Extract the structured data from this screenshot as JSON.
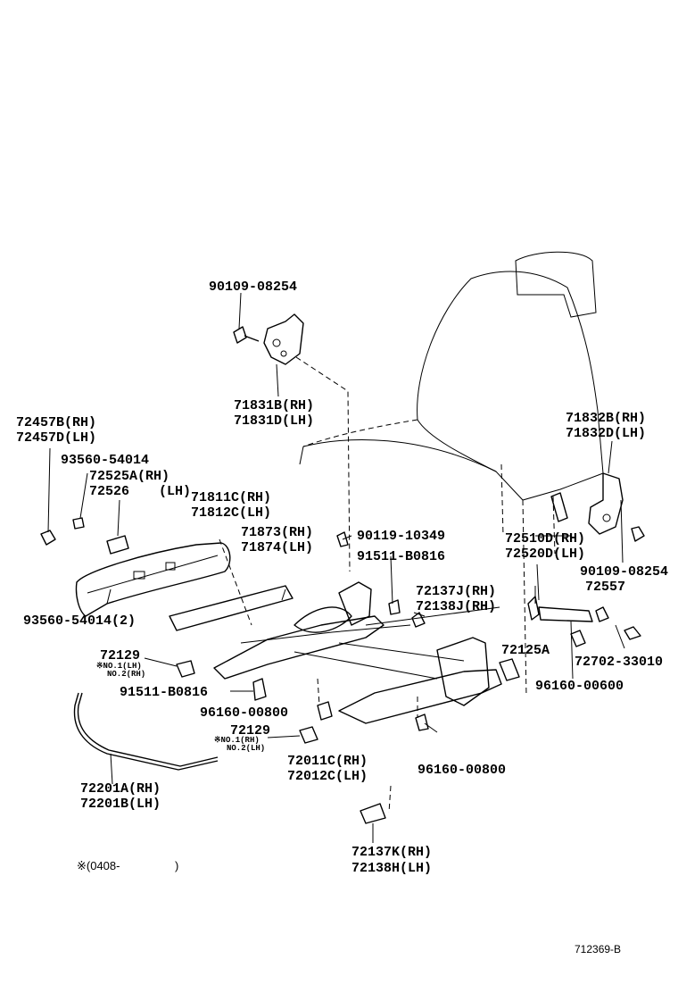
{
  "callouts": {
    "bolt_top": "90109-08254",
    "bracket_rh": "71831B(RH)",
    "bracket_lh": "71831D(LH)",
    "seat_back_rh": "71832B(RH)",
    "seat_back_lh": "71832D(LH)",
    "cover_rh": "72457B(RH)",
    "cover_lh": "72457D(LH)",
    "screw_a": "93560-54014",
    "knob_rh": "72525A(RH)",
    "knob_lh": "72526",
    "knob_lh_suffix": "(LH)",
    "shield_rh": "71811C(RH)",
    "shield_lh": "71812C(LH)",
    "inner_shield_rh": "71873(RH)",
    "inner_shield_lh": "71874(LH)",
    "bolt_mid": "90119-10349",
    "bolt_b": "91511-B0816",
    "recliner_rh": "72510D(RH)",
    "recliner_lh": "72520D(LH)",
    "bolt_right": "90109-08254",
    "lever": "72557",
    "screw_b": "93560-54014(2)",
    "spring_rh": "72137J(RH)",
    "spring_lh": "72138J(RH)",
    "adjuster": "72125A",
    "pin": "72702-33010",
    "clip_a": "72129",
    "clip_a_note_1": "※NO.1(LH)",
    "clip_a_note_2": "NO.2(RH)",
    "bolt_c": "91511-B0816",
    "nut_a": "96160-00600",
    "nut_b": "96160-00800",
    "clip_b": "72129",
    "clip_b_note_1": "※NO.1(RH)",
    "clip_b_note_2": "NO.2(LH)",
    "rail_rh": "72011C(RH)",
    "rail_lh": "72012C(LH)",
    "nut_c": "96160-00800",
    "rod_rh": "72201A(RH)",
    "rod_lh": "72201B(LH)",
    "spring2_rh": "72137K(RH)",
    "spring2_lh": "72138H(LH)",
    "date_note": "※(0408-",
    "date_close": ")",
    "diagram_code": "712369-B"
  }
}
